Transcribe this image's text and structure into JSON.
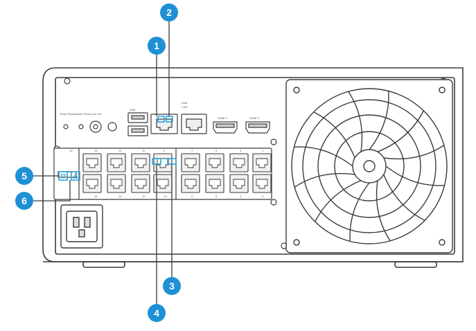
{
  "callouts": [
    {
      "id": "1",
      "label": "1"
    },
    {
      "id": "2",
      "label": "2"
    },
    {
      "id": "3",
      "label": "3"
    },
    {
      "id": "4",
      "label": "4"
    },
    {
      "id": "5",
      "label": "5"
    },
    {
      "id": "6",
      "label": "6"
    }
  ],
  "panel_labels": {
    "usb": "USB",
    "host": "Host",
    "host_speed": "2.5G",
    "hdmi1": "HDMI 1",
    "hdmi2": "HDMI 2",
    "smart_reset": "Smart Reset",
    "switch_reset": "Switch Reset",
    "audio": "Line out"
  },
  "port_numbers_top": [
    "15",
    "16",
    "13",
    "11",
    "9",
    "7",
    "5",
    "3",
    "1"
  ],
  "port_numbers_bottom": [
    "18",
    "14",
    "12",
    "10",
    "8",
    "6",
    "4",
    "2"
  ],
  "colors": {
    "callout": "#1e90d6",
    "highlight": "#2aa3df",
    "outline": "#3a3a3a",
    "chassis_fill": "#ffffff",
    "port_fill": "#f1f1f1"
  }
}
